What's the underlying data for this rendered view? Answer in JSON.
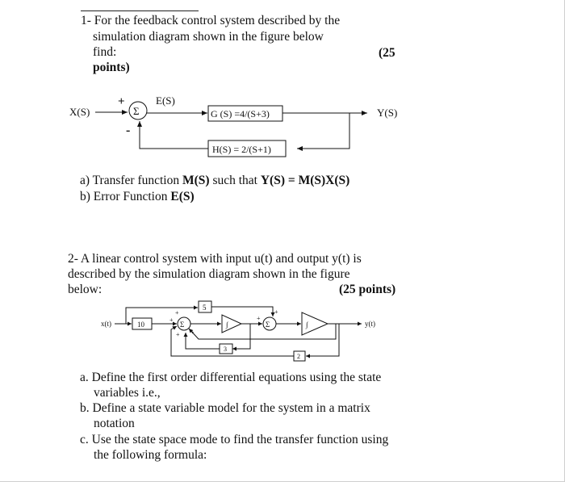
{
  "q1": {
    "line1": "1- For the feedback control system described by the",
    "line2": "simulation diagram shown in the figure below",
    "line3": "find:",
    "points": "(25",
    "points_word": "points)",
    "diagram": {
      "input": "X(S)",
      "plus": "+",
      "minus": "-",
      "sum": "Σ",
      "error": "E(S)",
      "g_block": "G (S) =4/(S+3)",
      "h_block": "H(S) = 2/(S+1)",
      "output": "Y(S)"
    },
    "part_a_pre": "a) Transfer function ",
    "part_a_m": "M(S)",
    "part_a_mid": " such that ",
    "part_a_eq": "Y(S) = M(S)X(S)",
    "part_b_pre": "b) Error Function ",
    "part_b_e": "E(S)"
  },
  "q2": {
    "line1": "2- A linear control system with input u(t) and output y(t) is",
    "line2": "described by the simulation diagram shown in the figure",
    "line3": "below:",
    "points": "(25 points)",
    "diagram": {
      "input": "x(t)",
      "gain_10": "10",
      "gain_5": "5",
      "gain_3": "3",
      "gain_2": "2",
      "sum": "Σ",
      "plus": "+",
      "output": "y(t)",
      "integrator": "∫"
    },
    "part_a1": "a. Define the first order differential equations using the state",
    "part_a2": "variables i.e.,",
    "part_b1": "b. Define a state variable model for the system in a matrix",
    "part_b2": "notation",
    "part_c1": "c. Use the state space mode to find the transfer function using",
    "part_c2": "the following formula:"
  }
}
